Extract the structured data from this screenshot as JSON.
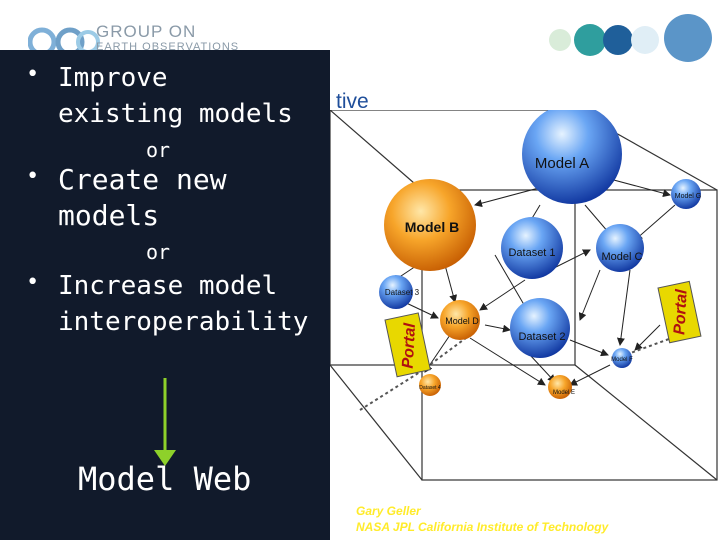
{
  "header": {
    "logo_line1": "GROUP ON",
    "logo_line2": "EARTH OBSERVATIONS",
    "title_fragment": "tive"
  },
  "left_panel": {
    "bullets": [
      {
        "line1": "Improve",
        "line2": "existing models"
      },
      {
        "line1": "Create new",
        "line2": "models"
      },
      {
        "line1": "Increase model",
        "line2": "interoperability"
      }
    ],
    "or_label": "or",
    "result_label": "Model Web"
  },
  "diagram": {
    "nodes": {
      "model_a": "Model A",
      "model_b": "Model B",
      "model_c": "Model C",
      "model_d": "Model D",
      "model_e": "Model E",
      "model_f": "Model F",
      "model_g": "Model G",
      "dataset_1": "Dataset 1",
      "dataset_2": "Dataset 2",
      "dataset_3": "Dataset 3",
      "dataset_4": "Dataset 4"
    },
    "portal_label": "Portal"
  },
  "credits": {
    "name": "Gary Geller",
    "org": "NASA JPL California Institute of Technology"
  },
  "colors": {
    "panel": "#111a2b",
    "orange_sphere": "#f39a1c",
    "blue_sphere": "#2a5fd6",
    "portal": "#e8d800",
    "portal_text": "#b01010",
    "credit": "#ffeb2a",
    "arrow_green": "#8ed12a"
  }
}
